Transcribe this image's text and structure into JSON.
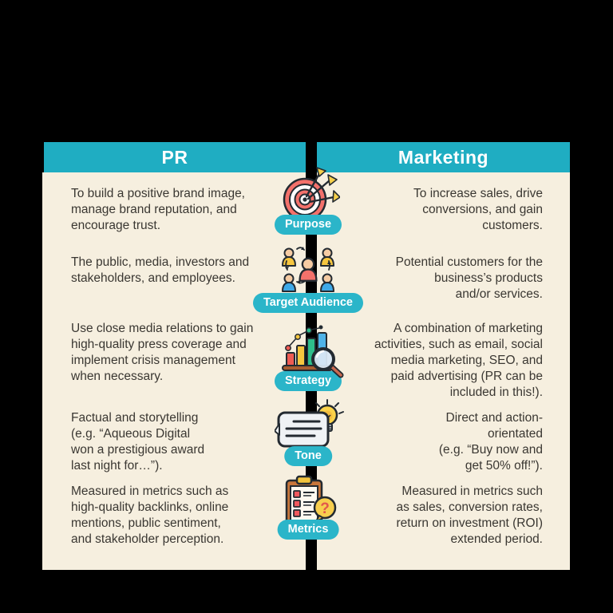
{
  "title": "PR vs Marketing comparison infographic",
  "colors": {
    "header_teal": "#1FADC2",
    "pill_teal": "#2BB5C9",
    "panel_cream": "#F6EFDF",
    "divider_black": "#000000",
    "text_dark": "#3A3732",
    "header_text": "#FFFFFF",
    "icon_palette": {
      "red": "#F3716B",
      "yellow": "#F6C63F",
      "blue": "#3FA9E8",
      "green": "#2EBD8B",
      "skin": "#F5CBA3",
      "brown": "#A85C2F",
      "outline": "#232A31"
    }
  },
  "header": {
    "left": "PR",
    "right": "Marketing"
  },
  "rows": [
    {
      "label": "Purpose",
      "icon": "target-arrows-icon",
      "pr": "To build a positive brand image,\nmanage brand reputation, and\nencourage trust.",
      "marketing": "To increase sales, drive\nconversions, and gain\ncustomers."
    },
    {
      "label": "Target Audience",
      "icon": "people-group-icon",
      "pr": "The public, media, investors and\nstakeholders, and employees.",
      "marketing": "Potential customers for the\nbusiness’s products\nand/or services."
    },
    {
      "label": "Strategy",
      "icon": "bar-chart-magnifier-icon",
      "pr": "Use close media relations to gain\nhigh-quality press coverage and\nimplement crisis management\nwhen necessary.",
      "marketing": "A combination of marketing\nactivities, such as email, social\nmedia marketing, SEO, and\npaid advertising (PR can be\nincluded in this!)."
    },
    {
      "label": "Tone",
      "icon": "speech-bubble-lightbulb-icon",
      "pr": "Factual and storytelling\n(e.g. “Aqueous Digital\nwon a prestigious award\nlast night for…”).",
      "marketing": "Direct and action-\norientated\n(e.g. “Buy now and\nget 50% off!”)."
    },
    {
      "label": "Metrics",
      "icon": "clipboard-question-icon",
      "pr": "Measured in metrics such as\nhigh-quality backlinks, online\nmentions, public sentiment,\nand stakeholder perception.",
      "marketing": "Measured in metrics such\nas sales, conversion rates,\nreturn on investment (ROI)\nextended period."
    }
  ]
}
